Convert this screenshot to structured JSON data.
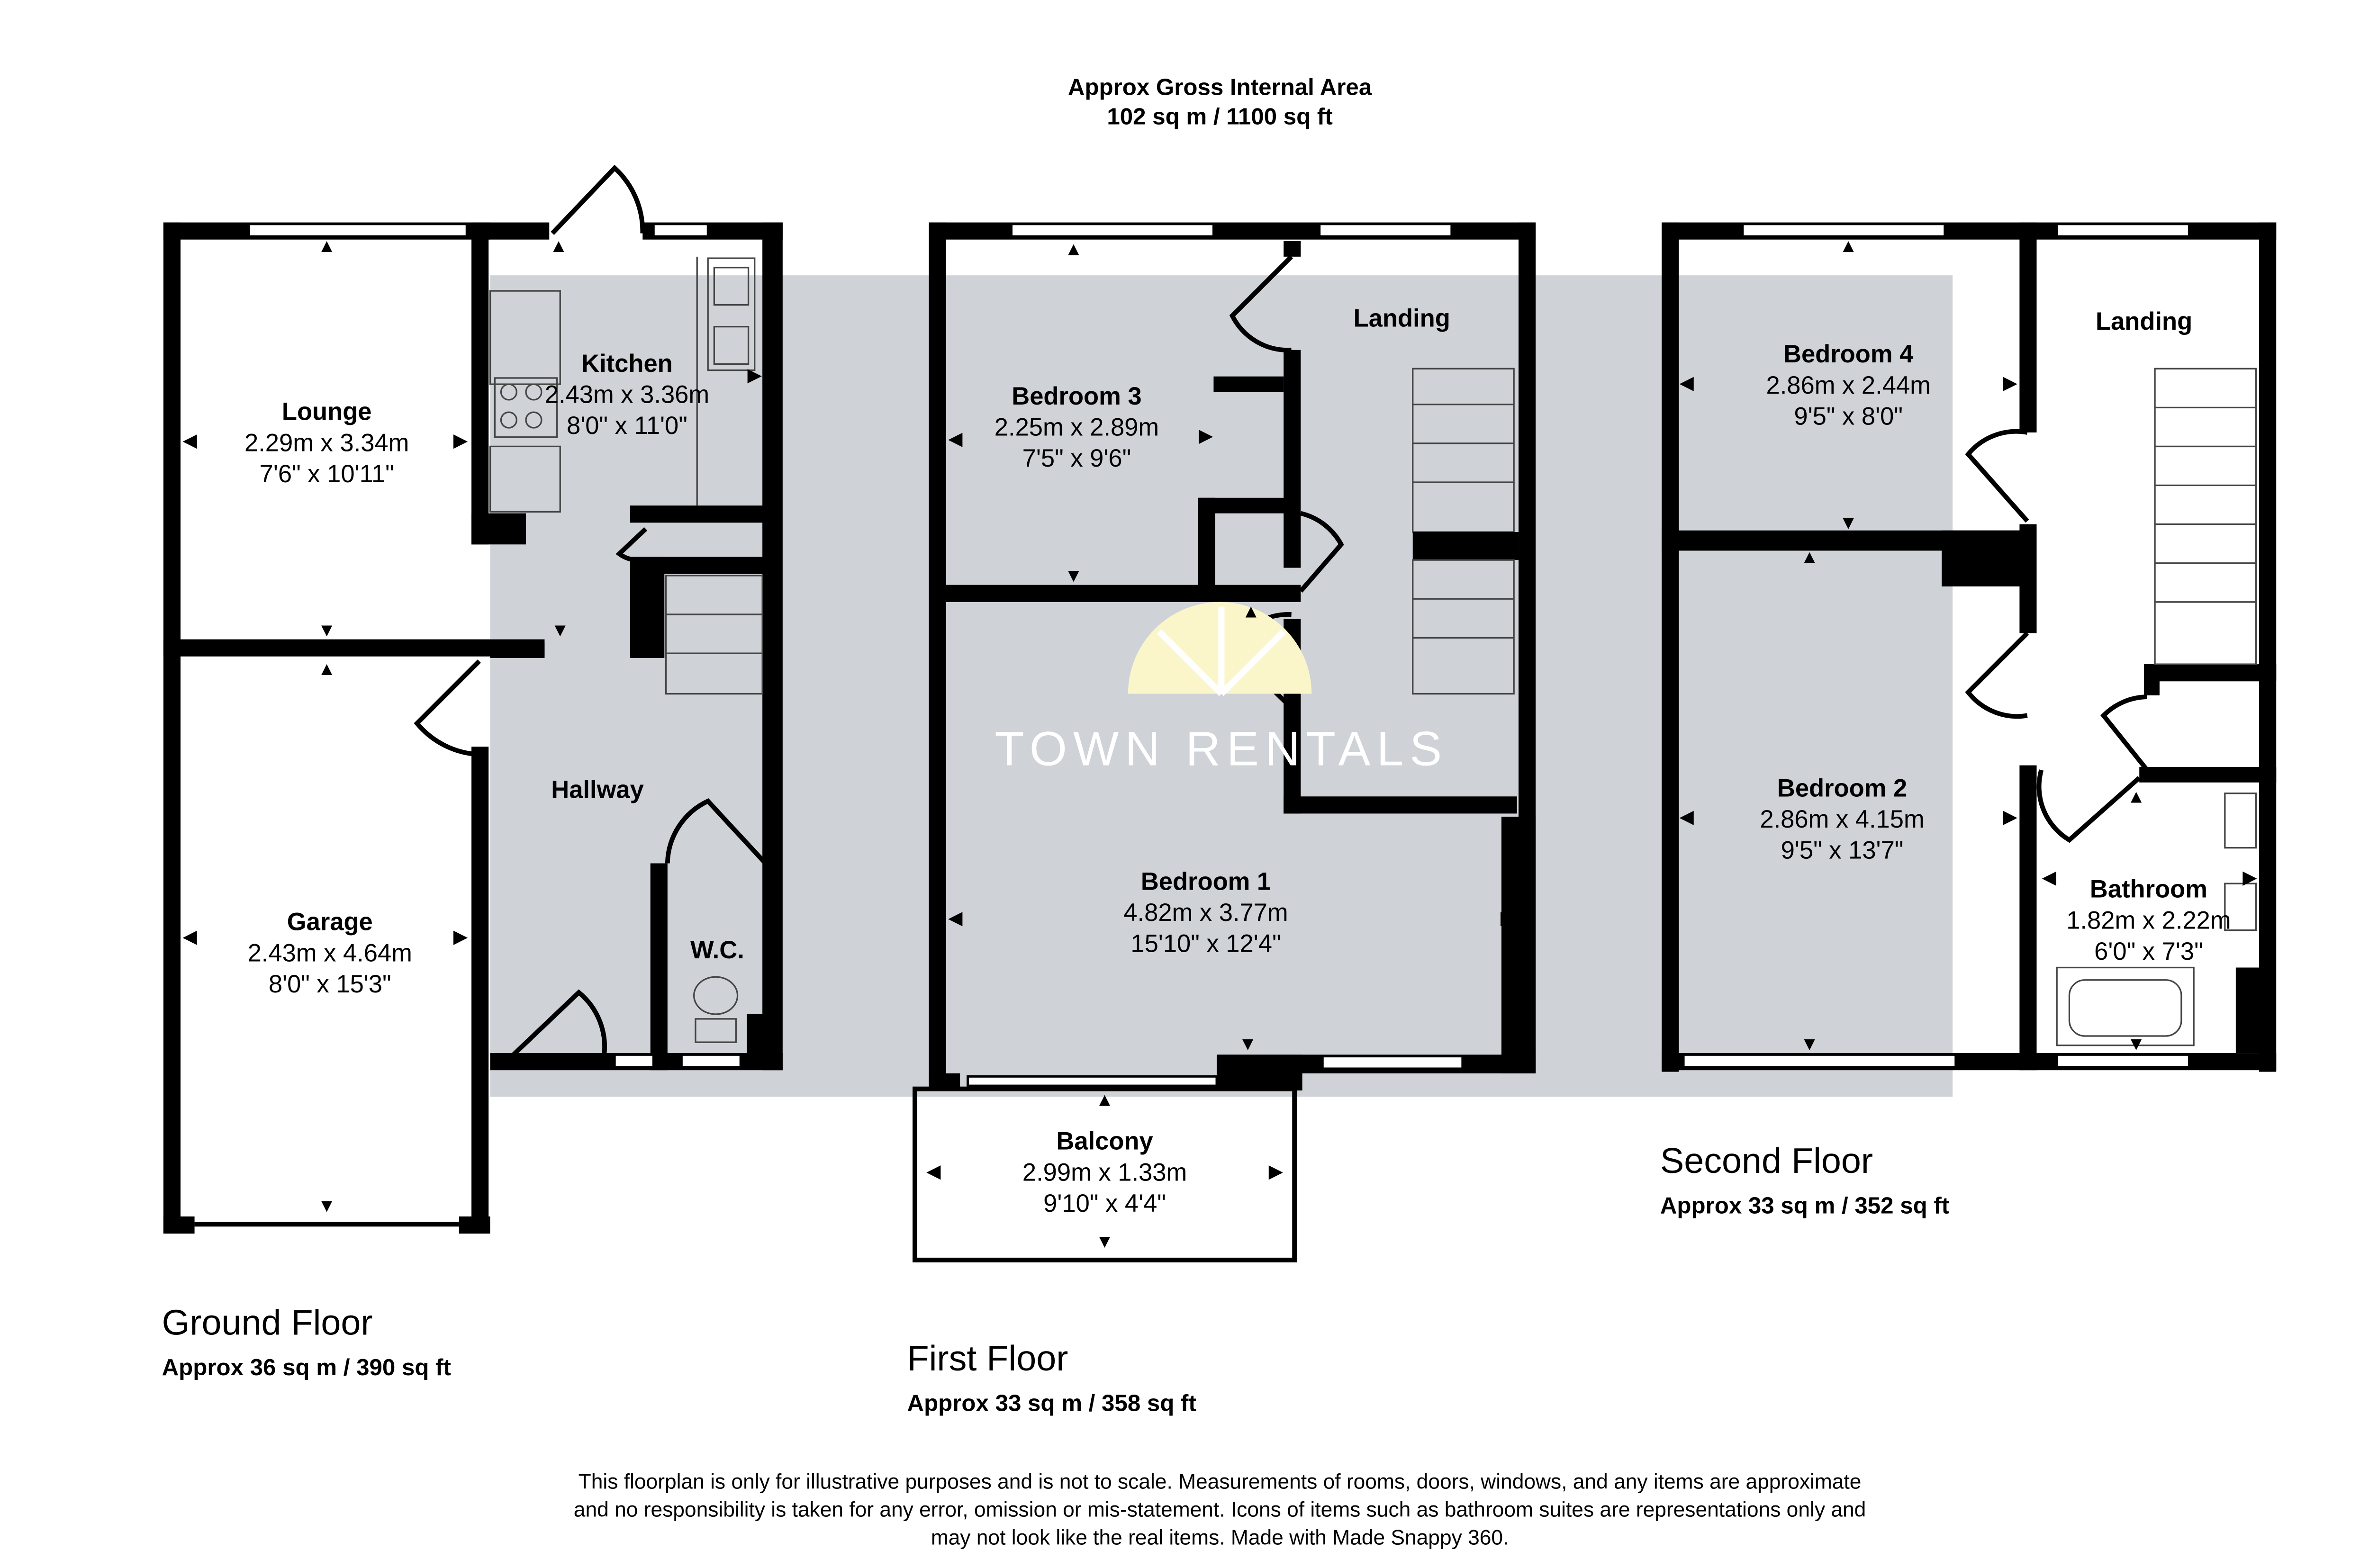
{
  "header": {
    "title": "Approx Gross Internal Area",
    "total_area": "102 sq m / 1100 sq ft"
  },
  "floors": {
    "ground": {
      "name": "Ground Floor",
      "area": "Approx 36 sq m / 390 sq ft"
    },
    "first": {
      "name": "First Floor",
      "area": "Approx 33 sq m / 358 sq ft"
    },
    "second": {
      "name": "Second Floor",
      "area": "Approx 33 sq m / 352 sq ft"
    }
  },
  "rooms": {
    "lounge": {
      "name": "Lounge",
      "metric": "2.29m x 3.34m",
      "imperial": "7'6\" x 10'11\""
    },
    "kitchen": {
      "name": "Kitchen",
      "metric": "2.43m x 3.36m",
      "imperial": "8'0\" x 11'0\""
    },
    "garage": {
      "name": "Garage",
      "metric": "2.43m x 4.64m",
      "imperial": "8'0\" x 15'3\""
    },
    "hallway": {
      "name": "Hallway"
    },
    "wc": {
      "name": "W.C."
    },
    "bedroom3": {
      "name": "Bedroom 3",
      "metric": "2.25m x 2.89m",
      "imperial": "7'5\" x 9'6\""
    },
    "landing1": {
      "name": "Landing"
    },
    "bedroom1": {
      "name": "Bedroom 1",
      "metric": "4.82m x 3.77m",
      "imperial": "15'10\" x 12'4\""
    },
    "balcony": {
      "name": "Balcony",
      "metric": "2.99m x 1.33m",
      "imperial": "9'10\" x 4'4\""
    },
    "bedroom4": {
      "name": "Bedroom 4",
      "metric": "2.86m x 2.44m",
      "imperial": "9'5\" x 8'0\""
    },
    "landing2": {
      "name": "Landing"
    },
    "bedroom2": {
      "name": "Bedroom 2",
      "metric": "2.86m x 4.15m",
      "imperial": "9'5\" x 13'7\""
    },
    "bathroom": {
      "name": "Bathroom",
      "metric": "1.82m x 2.22m",
      "imperial": "6'0\" x 7'3\""
    }
  },
  "watermark": "TOWN RENTALS",
  "disclaimer": [
    "This floorplan is only for illustrative purposes and is not to scale. Measurements of rooms, doors, windows, and any items are approximate",
    "and no responsibility is taken for any error, omission or mis-statement. Icons of items such as bathroom suites are representations only and",
    "may not look like the real items. Made with Made Snappy 360."
  ],
  "colors": {
    "overlay": "#cfd2d7",
    "watermark_sun": "#fbf6c9",
    "wall": "#000000"
  }
}
